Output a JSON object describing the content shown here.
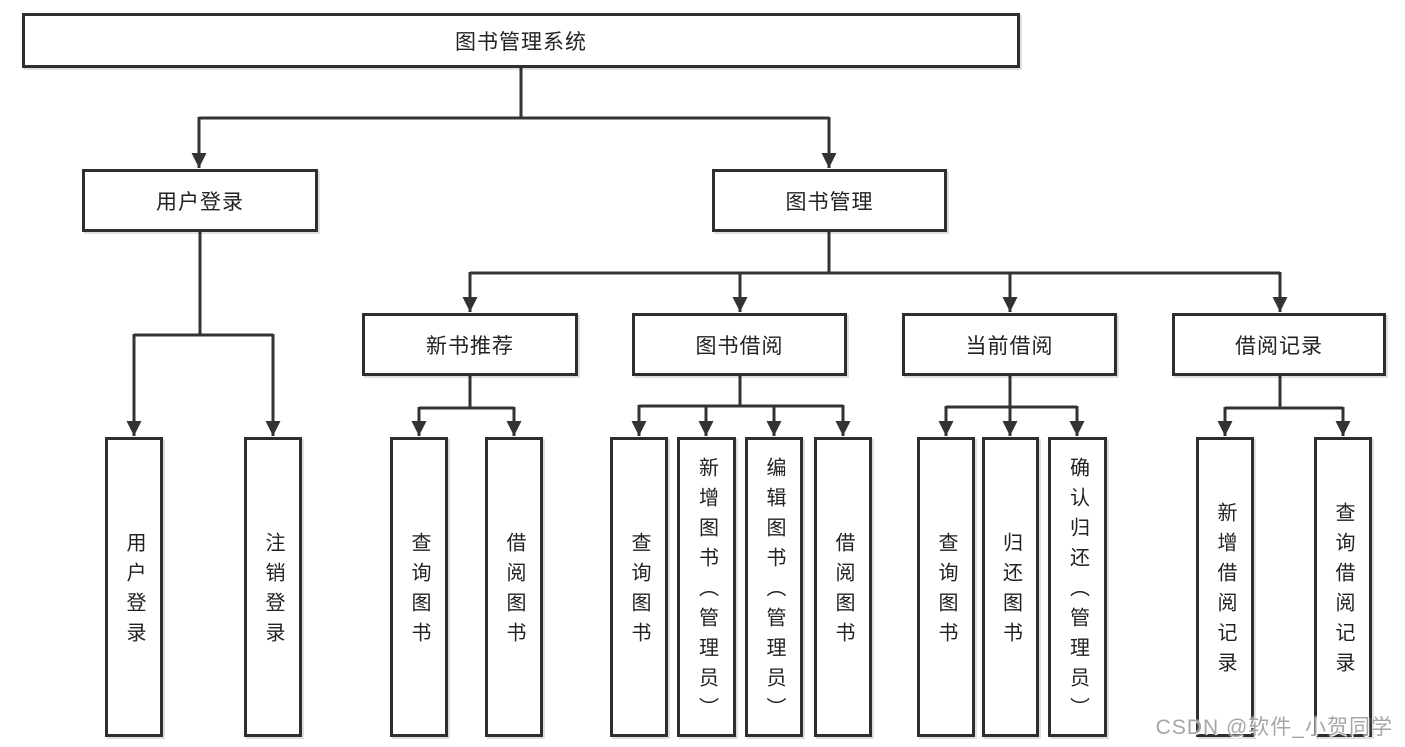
{
  "page": {
    "background": "#ffffff"
  },
  "colors": {
    "line": "#333333",
    "box_border": "#2e2e2e",
    "text": "#222222",
    "watermark": "#9e9e9e"
  },
  "watermark": {
    "text": "CSDN @软件_小贺同学"
  },
  "tree": {
    "root": {
      "label": "图书管理系统"
    },
    "branches": [
      {
        "label": "用户登录",
        "children": [
          {
            "label": "用户登录"
          },
          {
            "label": "注销登录"
          }
        ]
      },
      {
        "label": "图书管理",
        "children": [
          {
            "label": "新书推荐",
            "children": [
              {
                "label": "查询图书"
              },
              {
                "label": "借阅图书"
              }
            ]
          },
          {
            "label": "图书借阅",
            "children": [
              {
                "label": "查询图书"
              },
              {
                "label": "新增图书（管理员）"
              },
              {
                "label": "编辑图书（管理员）"
              },
              {
                "label": "借阅图书"
              }
            ]
          },
          {
            "label": "当前借阅",
            "children": [
              {
                "label": "查询图书"
              },
              {
                "label": "归还图书"
              },
              {
                "label": "确认归还（管理员）"
              }
            ]
          },
          {
            "label": "借阅记录",
            "children": [
              {
                "label": "新增借阅记录"
              },
              {
                "label": "查询借阅记录"
              }
            ]
          }
        ]
      }
    ]
  }
}
